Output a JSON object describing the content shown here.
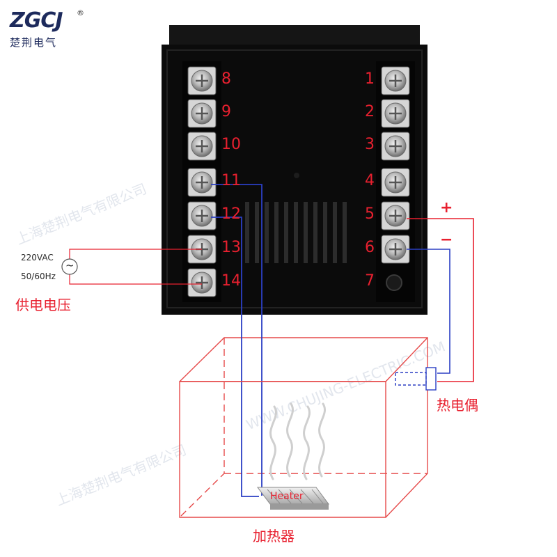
{
  "brand": {
    "logo": "ZGCJ",
    "registered": "®",
    "chinese_name": "楚荆电气"
  },
  "watermark": {
    "url": "WWW.CHUJING-ELECTRIC.COM",
    "company": "上海楚荆电气有限公司"
  },
  "terminals": {
    "left": [
      "8",
      "9",
      "10",
      "11",
      "12",
      "13",
      "14"
    ],
    "right": [
      "1",
      "2",
      "3",
      "4",
      "5",
      "6",
      "7"
    ]
  },
  "supply": {
    "voltage": "220VAC",
    "frequency": "50/60Hz",
    "symbol": "~",
    "label": "供电电压"
  },
  "thermocouple": {
    "plus": "+",
    "minus": "−",
    "label": "热电偶"
  },
  "heater": {
    "tag": "Heater",
    "label": "加热器"
  },
  "colors": {
    "red": "#e8202f",
    "blue": "#2b3fc4",
    "box": "#e64a4a",
    "device": "#0b0b0b"
  }
}
